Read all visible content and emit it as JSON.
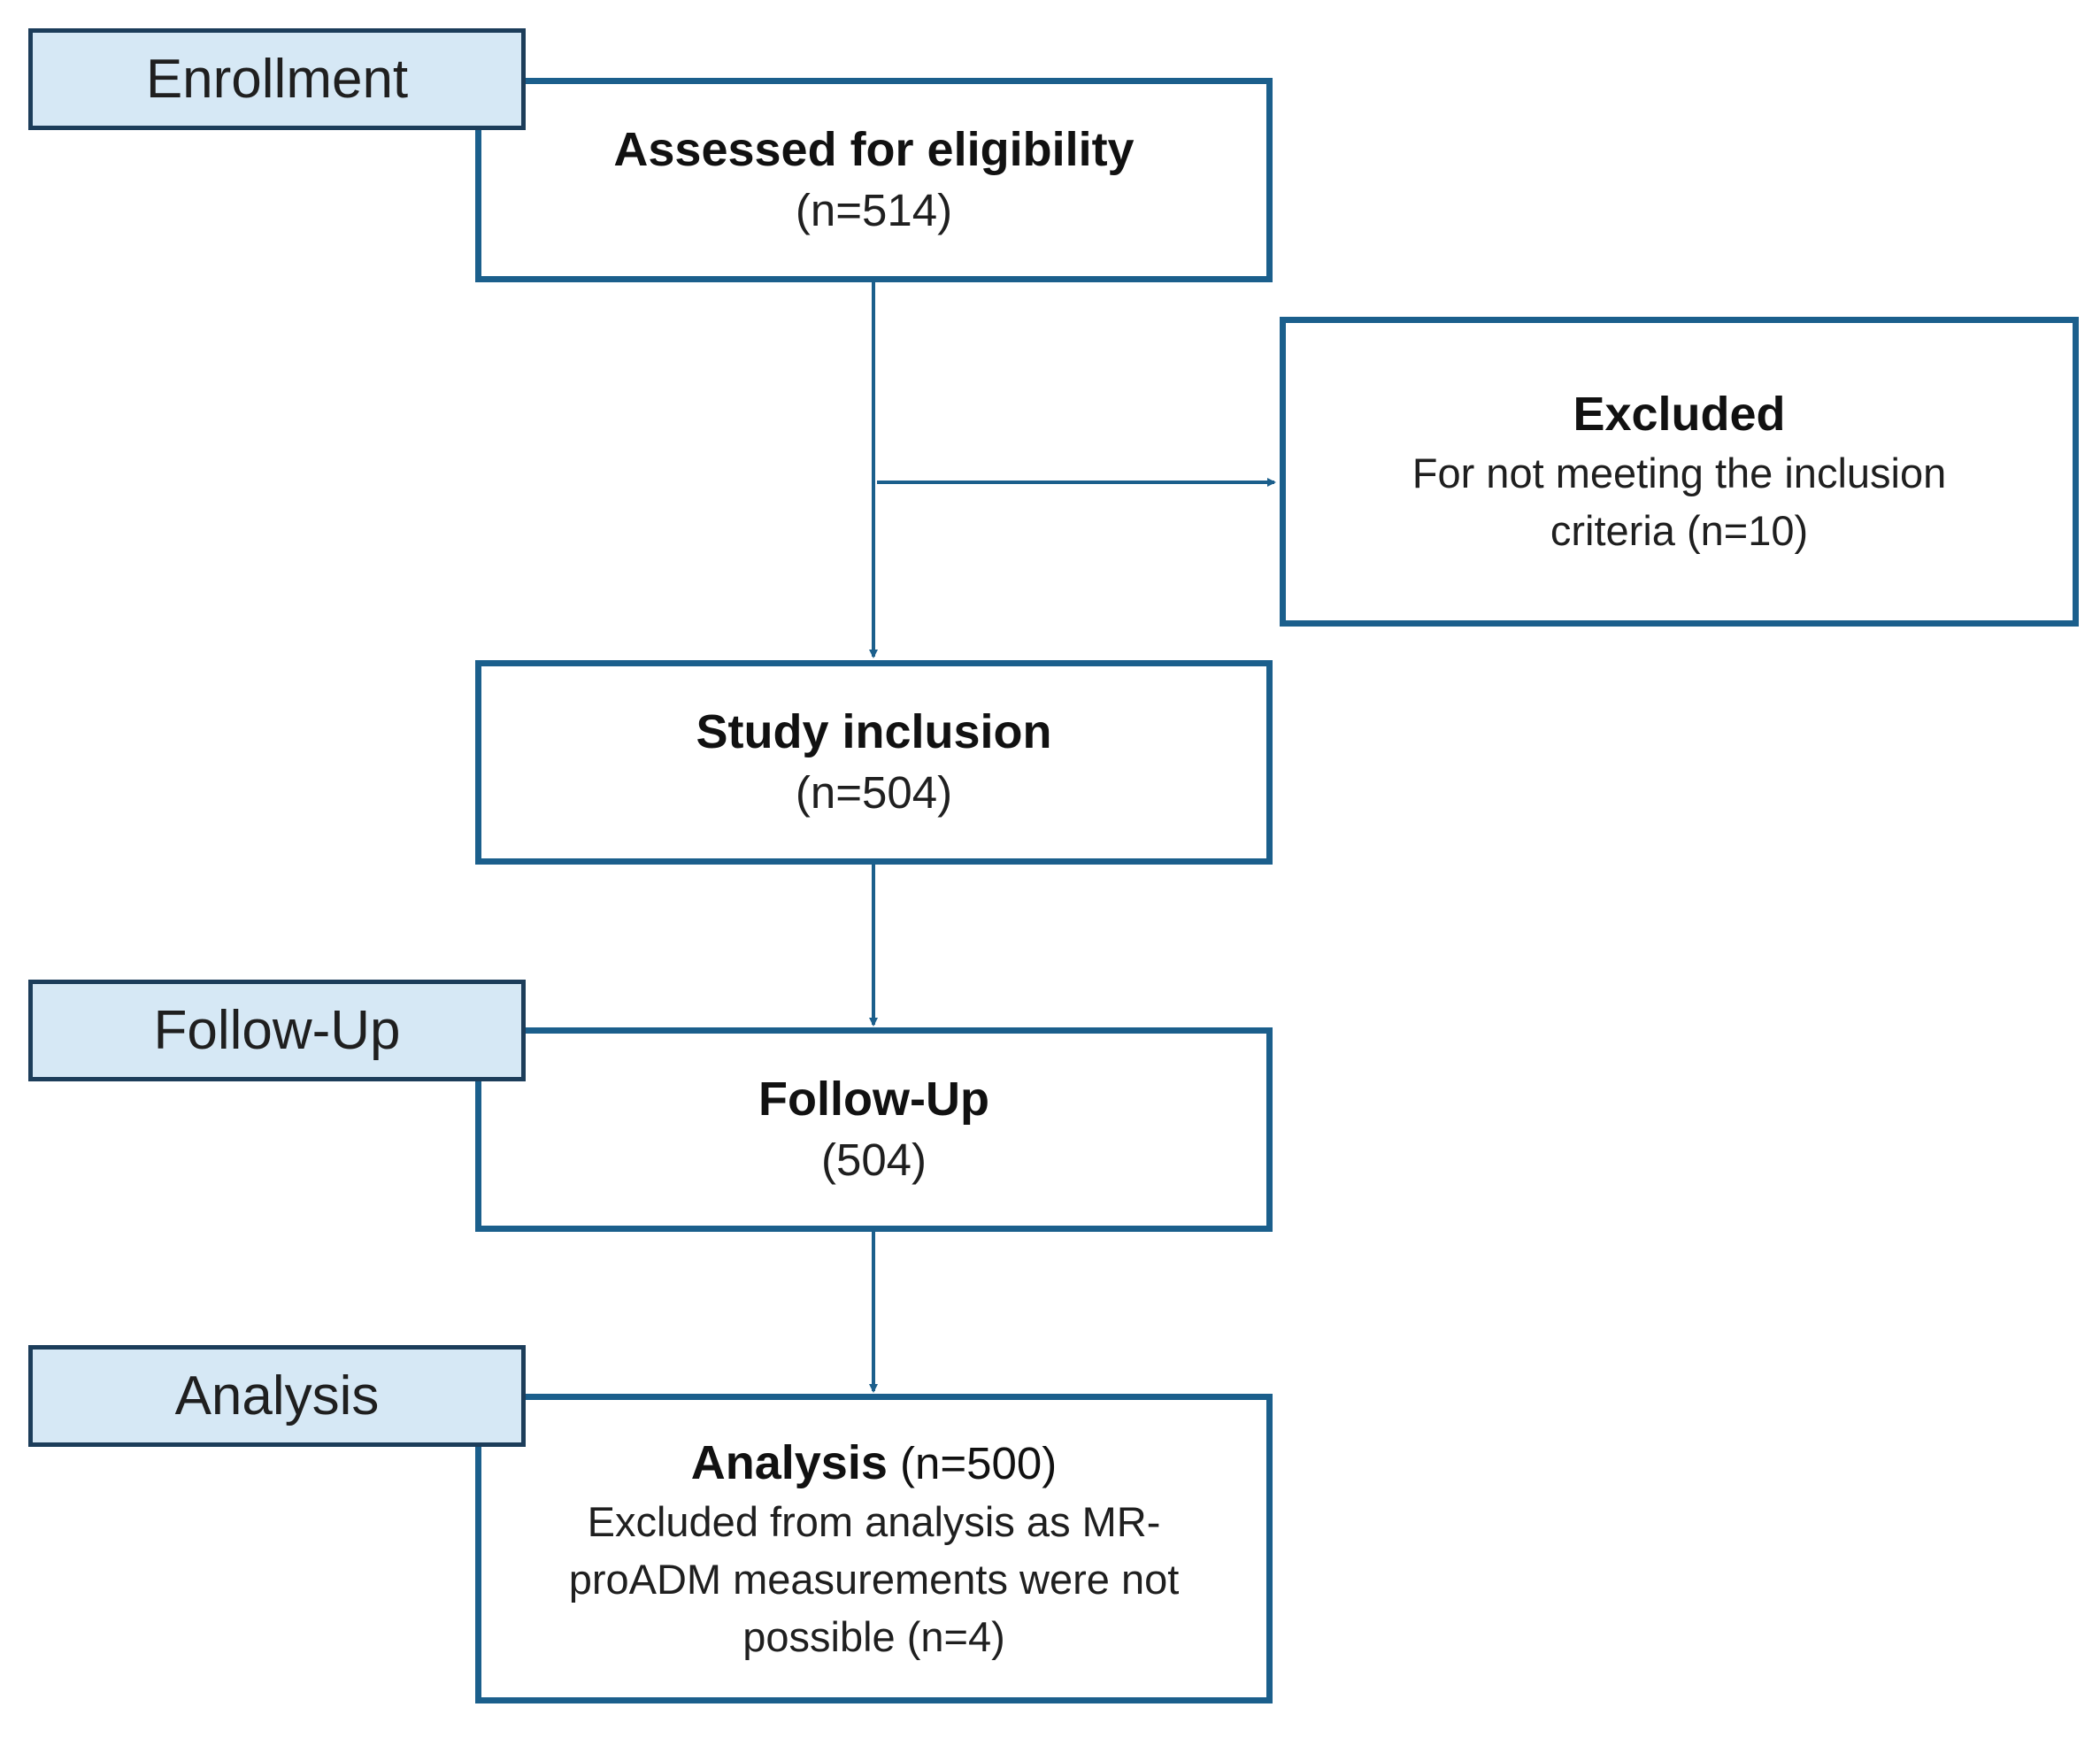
{
  "colors": {
    "box_border": "#1b5f8c",
    "stage_fill": "#d6e8f5",
    "stage_border": "#1c3d5a",
    "arrow": "#1b5f8c"
  },
  "stages": {
    "enrollment": "Enrollment",
    "follow_up": "Follow-Up",
    "analysis": "Analysis"
  },
  "boxes": {
    "assessed": {
      "title": "Assessed for eligibility",
      "count": "(n=514)"
    },
    "excluded": {
      "title": "Excluded",
      "line1": "For not meeting the inclusion",
      "line2": "criteria (n=10)"
    },
    "inclusion": {
      "title": "Study inclusion",
      "count": "(n=504)"
    },
    "follow_up": {
      "title": "Follow-Up",
      "count": "(504)"
    },
    "analysis": {
      "title": "Analysis",
      "count": " (n=500)",
      "line1": "Excluded from analysis as MR-",
      "line2": "proADM measurements were not",
      "line3": "possible (n=4)"
    }
  }
}
